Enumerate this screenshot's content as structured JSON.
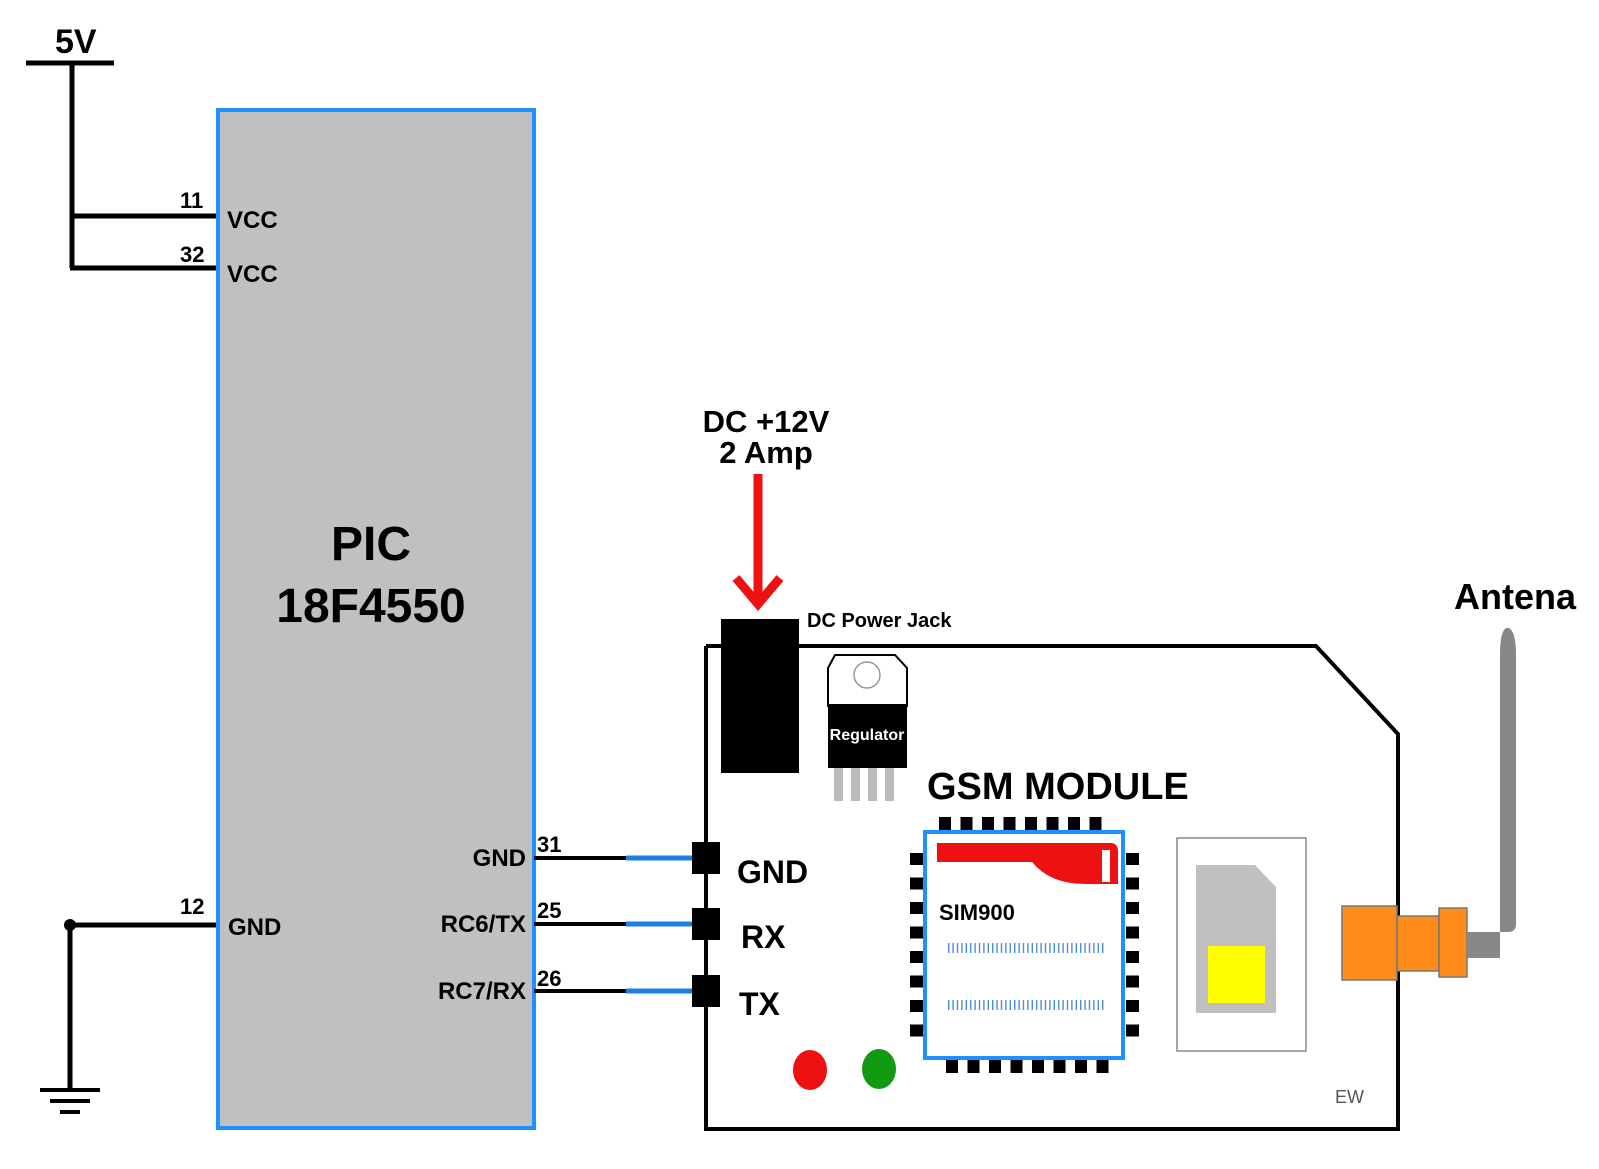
{
  "power": {
    "supply_label": "5V"
  },
  "mcu": {
    "name_line1": "PIC",
    "name_line2": "18F4550",
    "pins": [
      {
        "num": "11",
        "label": "VCC"
      },
      {
        "num": "32",
        "label": "VCC"
      },
      {
        "num": "12",
        "label": "GND"
      },
      {
        "num": "31",
        "label": "GND"
      },
      {
        "num": "25",
        "label": "RC6/TX"
      },
      {
        "num": "26",
        "label": "RC7/RX"
      }
    ]
  },
  "dc_input": {
    "line1": "DC +12V",
    "line2": "2 Amp"
  },
  "gsm": {
    "title": "GSM MODULE",
    "jack_label": "DC Power Jack",
    "regulator_label": "Regulator",
    "chip_label": "SIM900",
    "pins": [
      "GND",
      "RX",
      "TX"
    ],
    "antenna_label": "Antena",
    "corner_mark": "EW"
  },
  "colors": {
    "chip_fill": "#c0c0c0",
    "chip_border": "#1e90ff",
    "wire_blue": "#1e7fe0",
    "arrow_red": "#ee1111",
    "led_red": "#ee1111",
    "led_green": "#119911",
    "connector_orange": "#ff8c1a",
    "sim_yellow": "#ffff00"
  }
}
